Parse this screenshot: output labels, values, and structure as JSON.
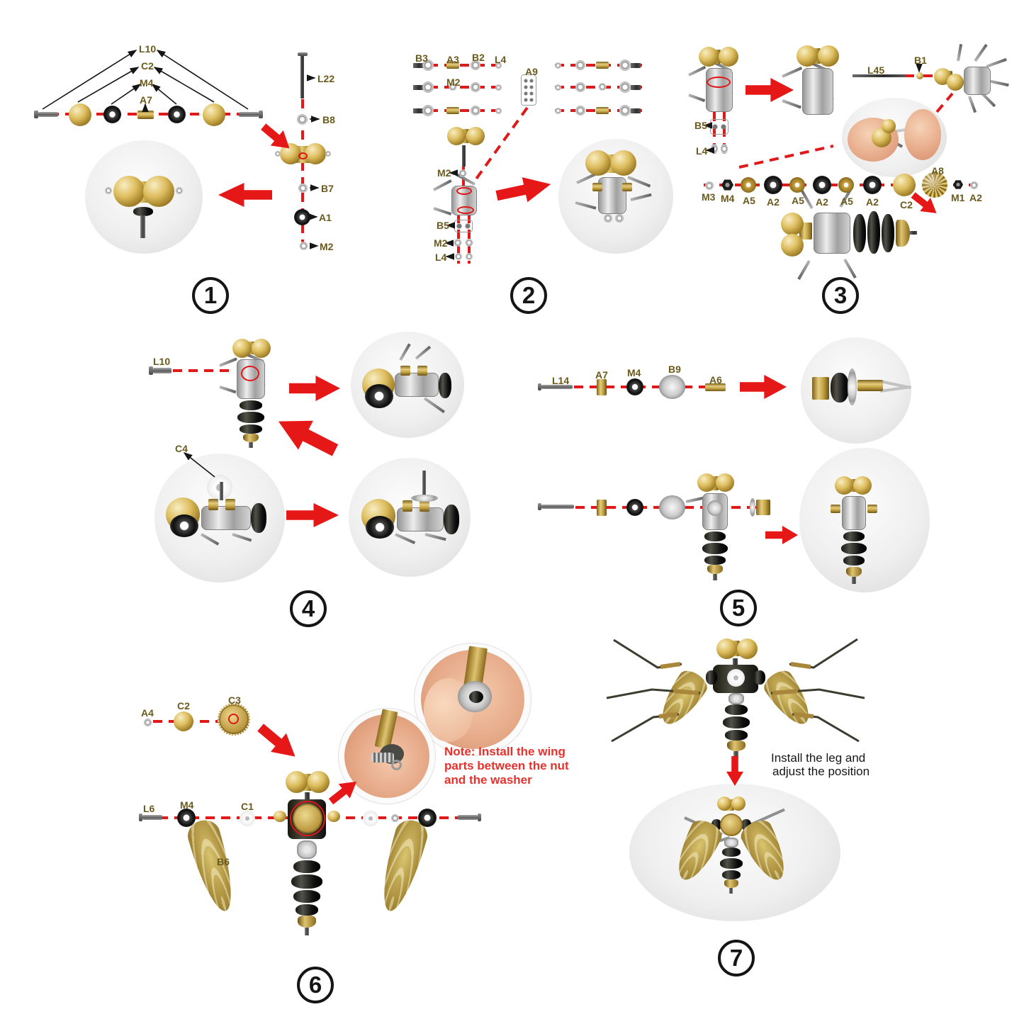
{
  "figure": {
    "type": "assembly-instruction-sheet",
    "subject": "steampunk wasp 3D metal model kit"
  },
  "colors": {
    "accent_red": "#e51717",
    "dashed_red": "#df1a1a",
    "label_olive": "#6b5a1c",
    "note_red": "#e5322d",
    "text_black": "#161616"
  },
  "step1": {
    "num": "1",
    "l10": "L10",
    "c2": "C2",
    "m4": "M4",
    "a7": "A7",
    "l22": "L22",
    "b8": "B8",
    "b7": "B7",
    "a1": "A1",
    "m2": "M2"
  },
  "step2": {
    "num": "2",
    "b3": "B3",
    "a3": "A3",
    "b2": "B2",
    "l4": "L4",
    "m2_row": "M2",
    "a9": "A9",
    "m2_top": "M2",
    "b5": "B5",
    "m2_pair": "M2",
    "l4_pair": "L4"
  },
  "step3": {
    "num": "3",
    "b5": "B5",
    "l4": "L4",
    "l45": "L45",
    "b1": "B1",
    "a8": "A8",
    "row": {
      "m3": "M3",
      "m4": "M4",
      "a5a": "A5",
      "a2a": "A2",
      "a5b": "A5",
      "a2b": "A2",
      "a5c": "A5",
      "a2c": "A2",
      "c2": "C2",
      "m1": "M1",
      "a2d": "A2"
    }
  },
  "step4": {
    "num": "4",
    "l10": "L10",
    "c4": "C4"
  },
  "step5": {
    "num": "5",
    "l14": "L14",
    "a7": "A7",
    "m4": "M4",
    "b9": "B9",
    "a6": "A6"
  },
  "step6": {
    "num": "6",
    "a4": "A4",
    "c2": "C2",
    "c3": "C3",
    "l6": "L6",
    "m4": "M4",
    "c1": "C1",
    "b6": "B6",
    "note_line1": "Note: Install the wing",
    "note_line2": "parts between the nut",
    "note_line3": "and the washer"
  },
  "step7": {
    "num": "7",
    "caption_line1": "Install the leg and",
    "caption_line2": "adjust the position"
  }
}
